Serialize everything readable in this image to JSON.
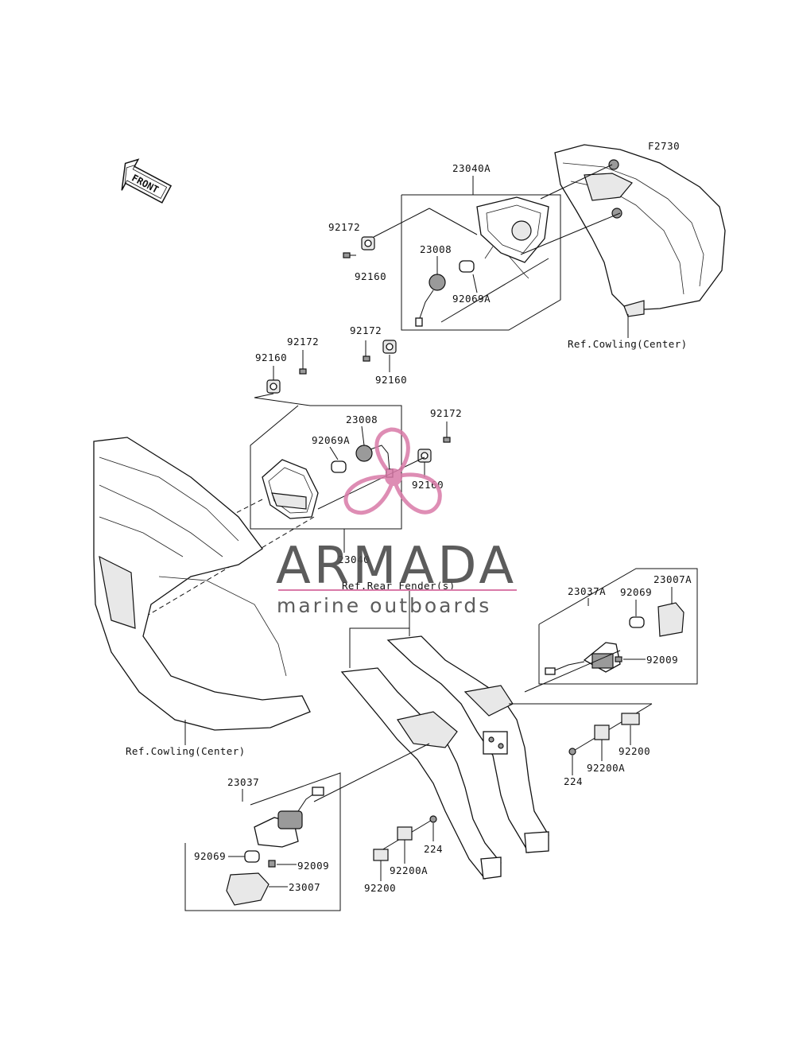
{
  "figure_code": "F2730",
  "front_label": "FRONT",
  "watermark": {
    "brand": "ARMADA",
    "tagline": "marine outboards",
    "accent_color": "#d97aa8",
    "text_color": "#4a4a4a"
  },
  "refs": {
    "cowling_center_top": "Ref.Cowling(Center)",
    "cowling_center_left": "Ref.Cowling(Center)",
    "rear_fender": "Ref.Rear Fender(s)"
  },
  "parts": {
    "p23040A": "23040A",
    "p23040": "23040",
    "p23037A": "23037A",
    "p23037": "23037",
    "p23007A": "23007A",
    "p23007": "23007",
    "p23008_top": "23008",
    "p23008_mid": "23008",
    "p92069A_top": "92069A",
    "p92069A_mid": "92069A",
    "p92069_right": "92069",
    "p92069_left": "92069",
    "p92009_right": "92009",
    "p92009_left": "92009",
    "p92172_a": "92172",
    "p92172_b": "92172",
    "p92172_c": "92172",
    "p92172_d": "92172",
    "p92160_a": "92160",
    "p92160_b": "92160",
    "p92160_c": "92160",
    "p92160_d": "92160",
    "p92200_right": "92200",
    "p92200A_right": "92200A",
    "p224_right": "224",
    "p92200_left": "92200",
    "p92200A_left": "92200A",
    "p224_left": "224"
  }
}
